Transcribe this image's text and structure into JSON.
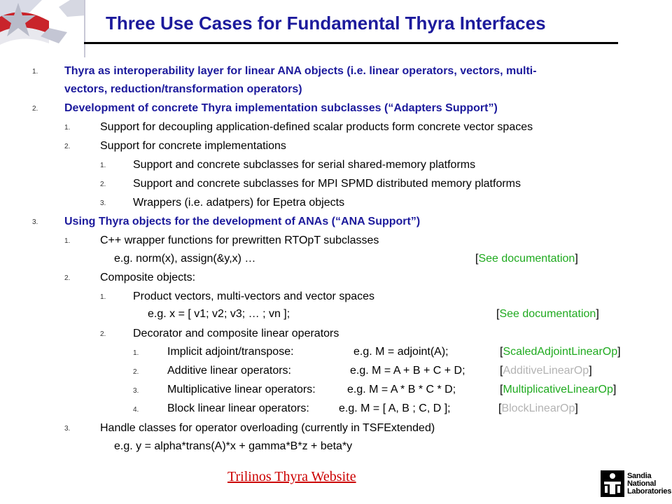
{
  "title": "Three Use Cases for Fundamental Thyra Interfaces",
  "items": [
    {
      "num": "1.",
      "text": "Thyra as interoperability layer for linear ANA objects (i.e. linear operators, vectors, multi-"
    },
    {
      "text": "vectors, reduction/transformation operators)"
    },
    {
      "num": "2.",
      "text": "Development of concrete Thyra implementation subclasses (“Adapters Support”)"
    },
    {
      "num": "1.",
      "text": "Support for decoupling application-defined scalar products form concrete vector spaces"
    },
    {
      "num": "2.",
      "text": "Support for concrete implementations"
    },
    {
      "num": "1.",
      "text": "Support and concrete subclasses for serial shared-memory platforms"
    },
    {
      "num": "2.",
      "text": "Support and concrete subclasses for MPI SPMD distributed memory platforms"
    },
    {
      "num": "3.",
      "text": "Wrappers (i.e. adatpers) for Epetra objects"
    },
    {
      "num": "3.",
      "text": "Using Thyra objects for the development of ANAs (“ANA Support”)"
    },
    {
      "num": "1.",
      "text": "C++ wrapper functions for prewritten RTOpT subclasses"
    },
    {
      "text": "e.g.   norm(x), assign(&y,x) …"
    },
    {
      "num": "2.",
      "text": "Composite objects:"
    },
    {
      "num": "1.",
      "text": "Product vectors, multi-vectors and vector spaces"
    },
    {
      "text": "e.g.   x = [ v1; v2; v3; … ; vn ];"
    },
    {
      "num": "2.",
      "text": "Decorator and composite linear operators"
    },
    {
      "num": "1.",
      "text": "Implicit adjoint/transpose:"
    },
    {
      "num": "2.",
      "text": "Additive linear operators:"
    },
    {
      "num": "3.",
      "text": "Multiplicative linear operators:"
    },
    {
      "num": "4.",
      "text": "Block linear linear operators:"
    },
    {
      "num": "3.",
      "text": "Handle classes for operator overloading (currently in TSFExtended)"
    },
    {
      "text": "e.g.   y = alpha*trans(A)*x + gamma*B*z + beta*y"
    }
  ],
  "examples": [
    "e.g.  M = adjoint(A);",
    "e.g.   M = A + B + C + D;",
    "e.g.   M = A * B * C * D;",
    "e.g.   M = [ A, B ; C, D ];"
  ],
  "refs": [
    {
      "pre": "[",
      "name": "See documentation",
      "post": "]"
    },
    {
      "pre": "[",
      "name": "See documentation",
      "post": "]"
    },
    {
      "pre": "[",
      "name": "ScaledAdjointLinearOp",
      "post": "]"
    },
    {
      "pre": "[",
      "name": "AdditiveLinearOp",
      "post": "]"
    },
    {
      "pre": "[",
      "name": "MultiplicativeLinearOp",
      "post": "]"
    },
    {
      "pre": "[",
      "name": "BlockLinearOp",
      "post": "]"
    }
  ],
  "website_link": "Trilinos Thyra Website",
  "footer_logo": [
    "Sandia",
    "National",
    "Laboratories"
  ],
  "colors": {
    "title": "#1c1a9c",
    "link_green": "#1faa1f",
    "link_gray": "#b3b3b3",
    "website_link": "#cc0000"
  }
}
